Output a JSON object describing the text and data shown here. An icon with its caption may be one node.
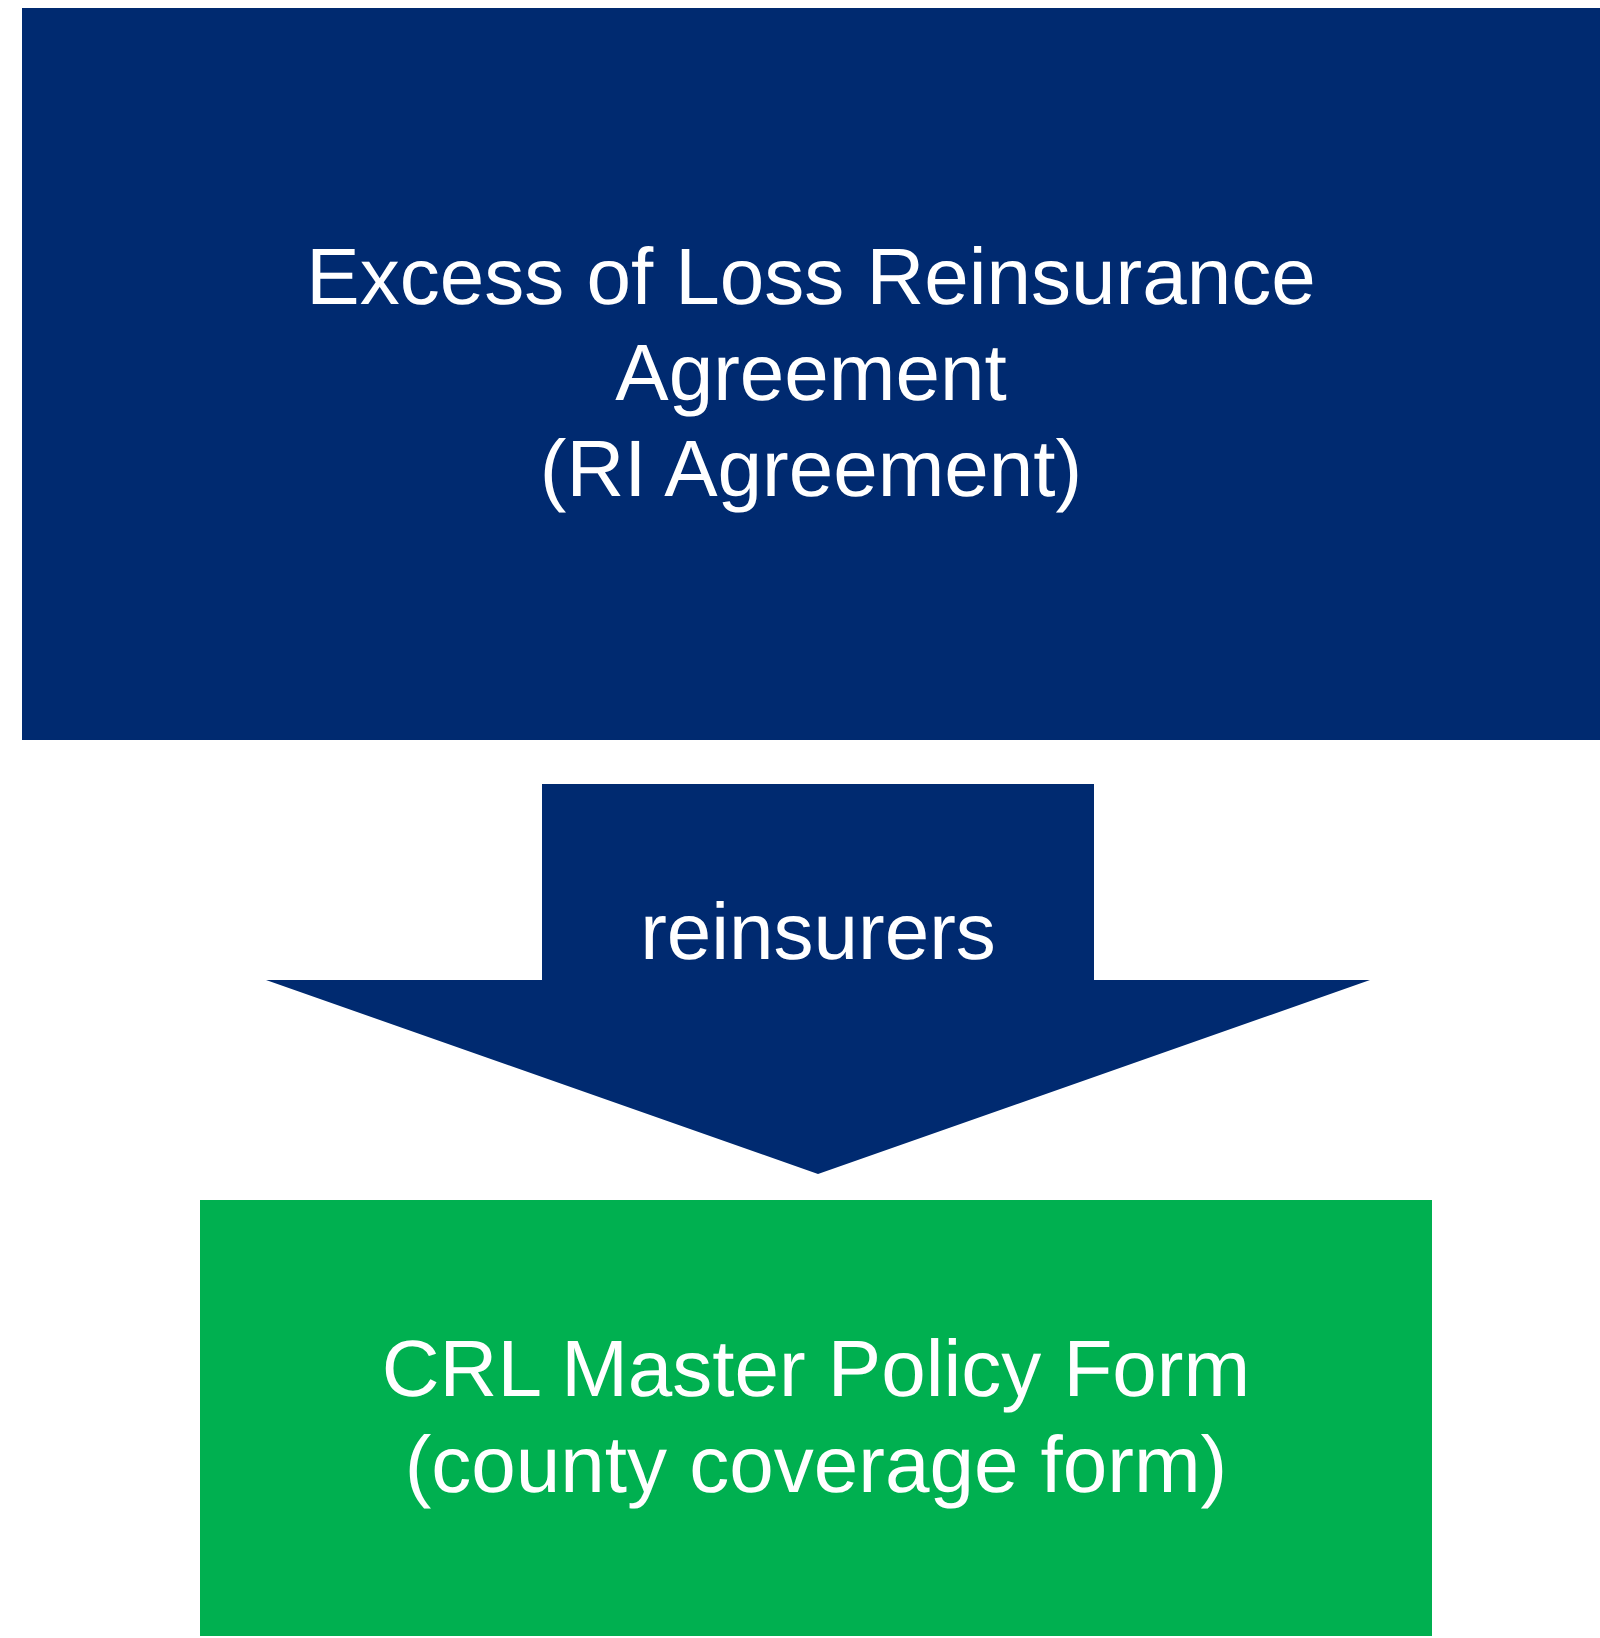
{
  "diagram": {
    "nodes": [
      {
        "text": [
          "Excess of Loss Reinsurance Agreement",
          "(RI Agreement)"
        ]
      },
      {
        "text": [
          "CRL Master Policy Form",
          "(county coverage form)"
        ]
      }
    ],
    "edges": [
      {
        "from": 0,
        "to": 1,
        "arrow": "to",
        "label": "reinsurers"
      }
    ]
  }
}
